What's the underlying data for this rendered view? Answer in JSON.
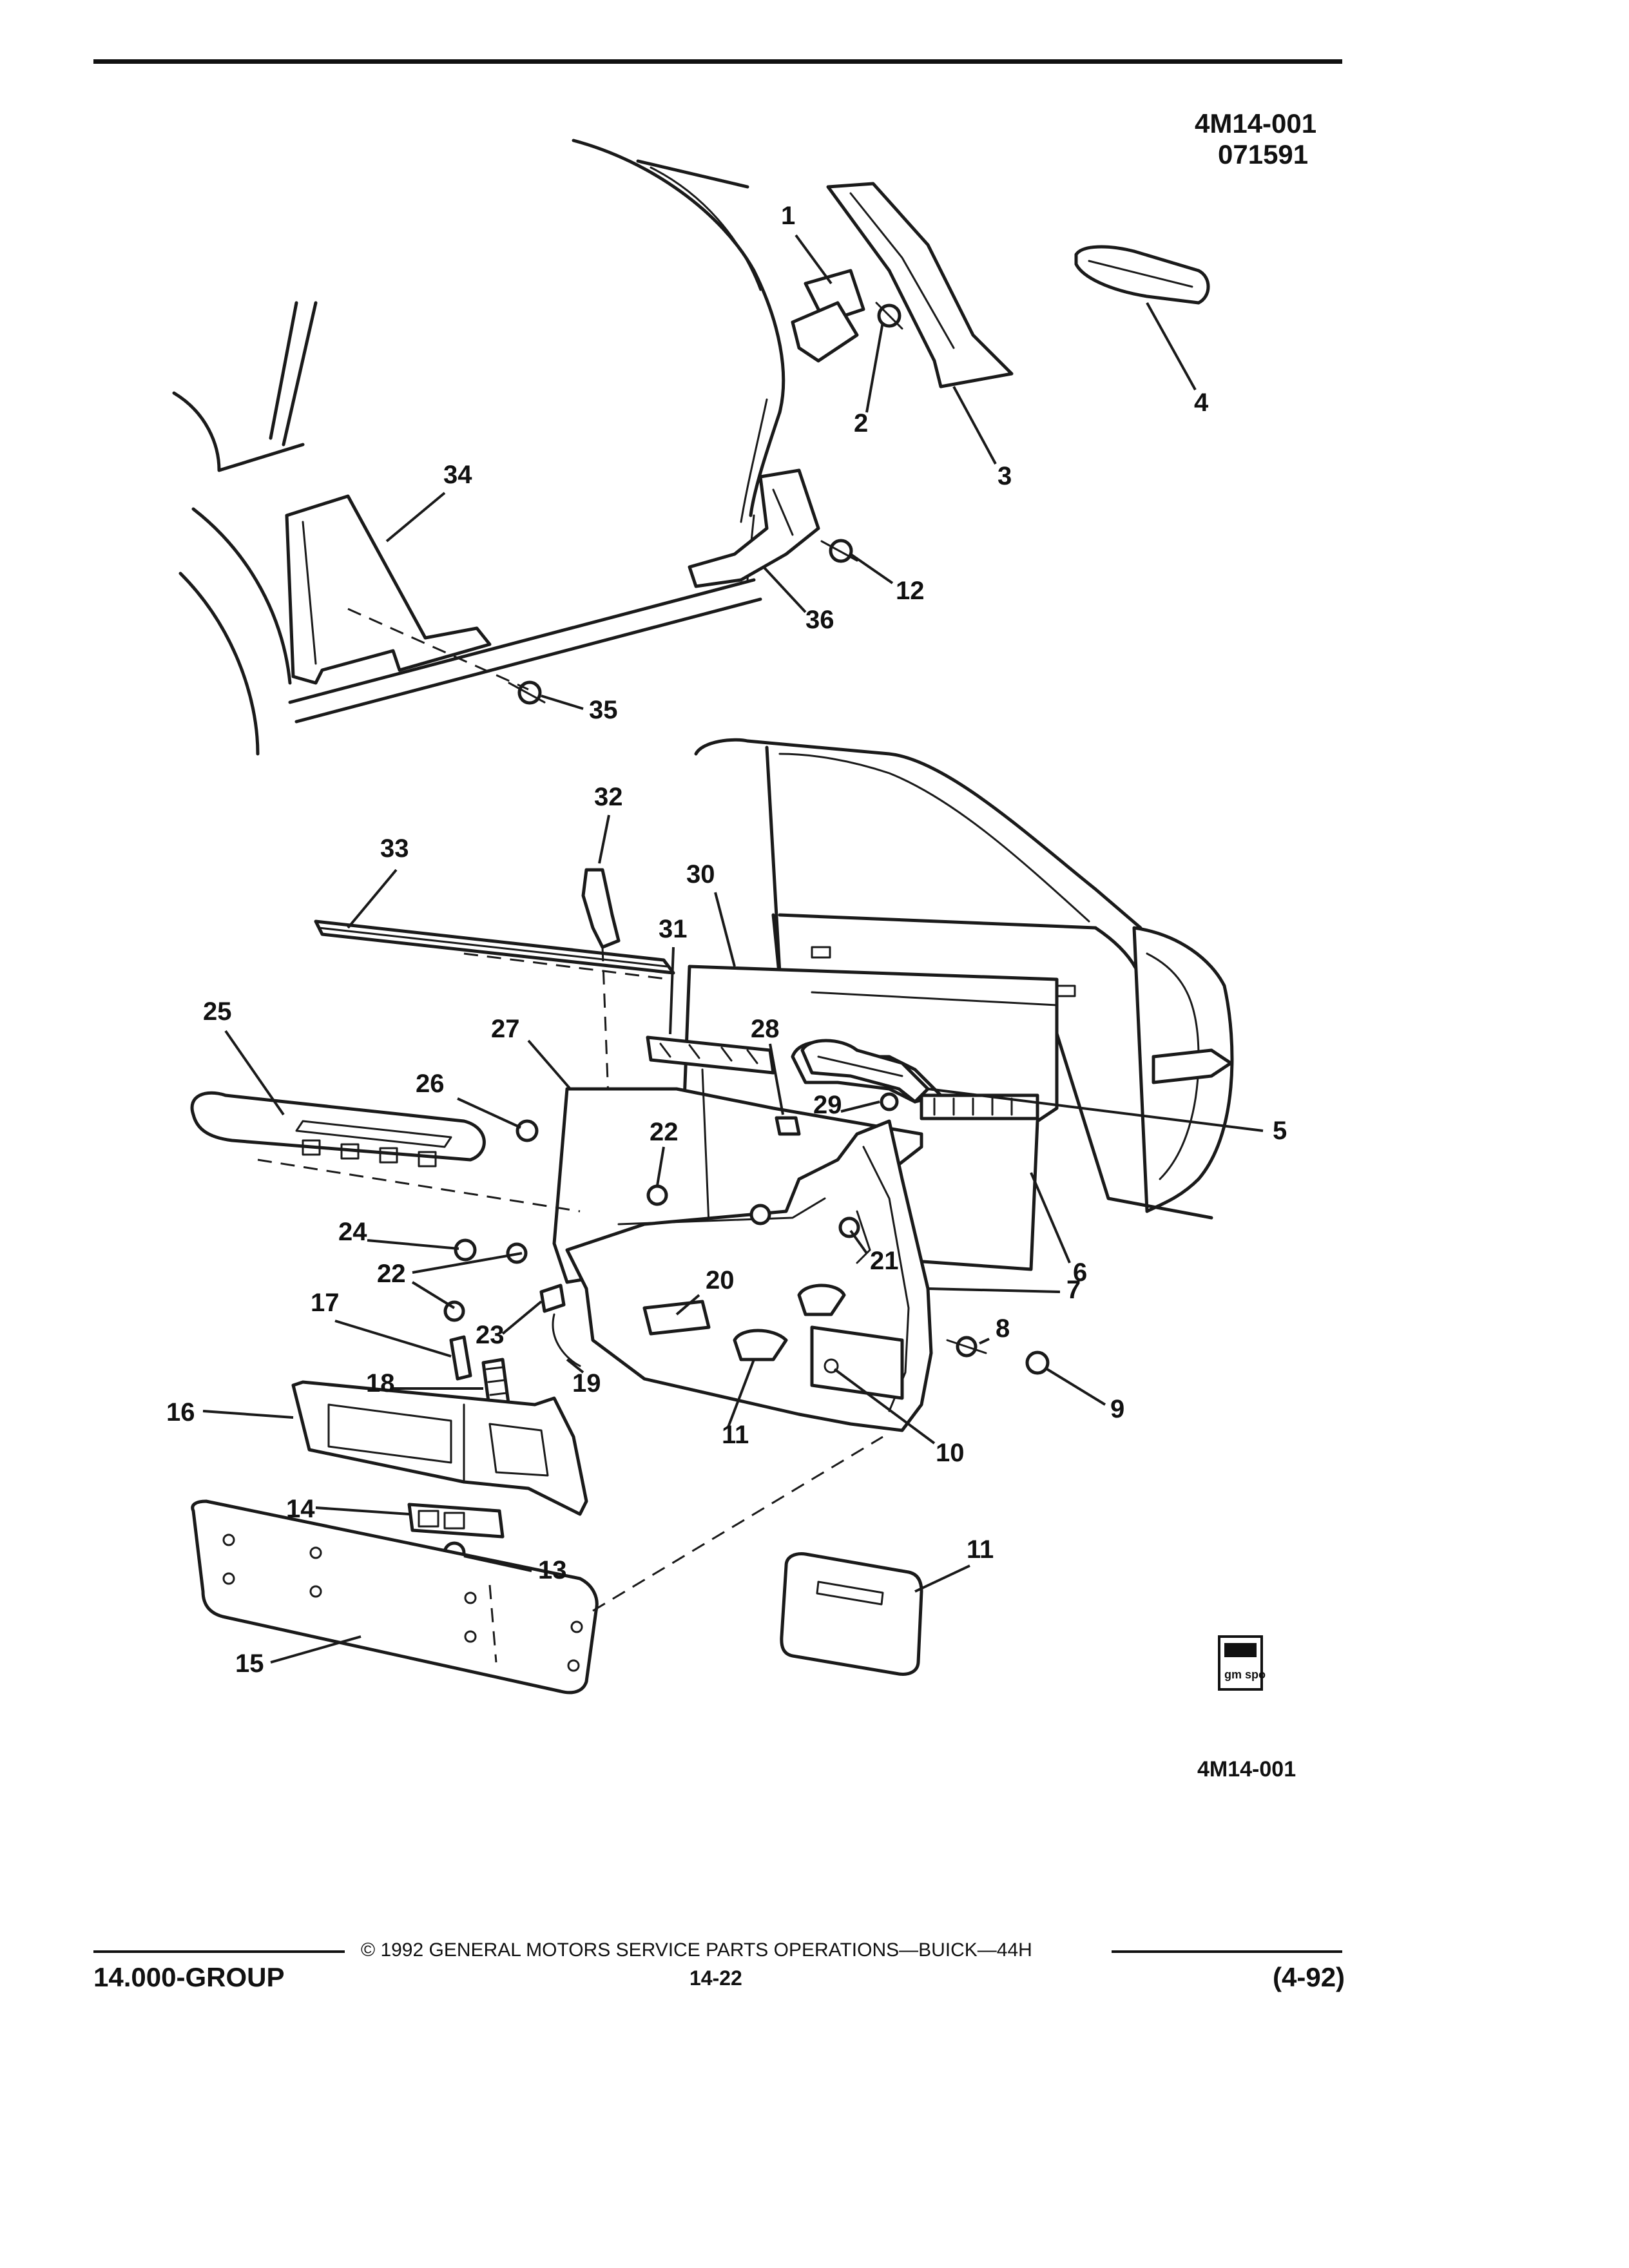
{
  "header": {
    "figure_code": "4M14-001",
    "date_code": "071591"
  },
  "figure_ref": "4M14-001",
  "logo_text": "gm spo",
  "callouts": [
    "1",
    "2",
    "3",
    "4",
    "5",
    "6",
    "7",
    "8",
    "9",
    "10",
    "11",
    "11",
    "12",
    "13",
    "14",
    "15",
    "16",
    "17",
    "18",
    "19",
    "20",
    "21",
    "22",
    "22",
    "22",
    "23",
    "24",
    "25",
    "26",
    "27",
    "28",
    "29",
    "30",
    "31",
    "32",
    "33",
    "34",
    "35",
    "36"
  ],
  "footer": {
    "copyright": "©  1992  GENERAL MOTORS SERVICE PARTS OPERATIONS—BUICK—44H",
    "group": "14.000-GROUP",
    "page": "14-22",
    "revision": "(4-92)"
  }
}
